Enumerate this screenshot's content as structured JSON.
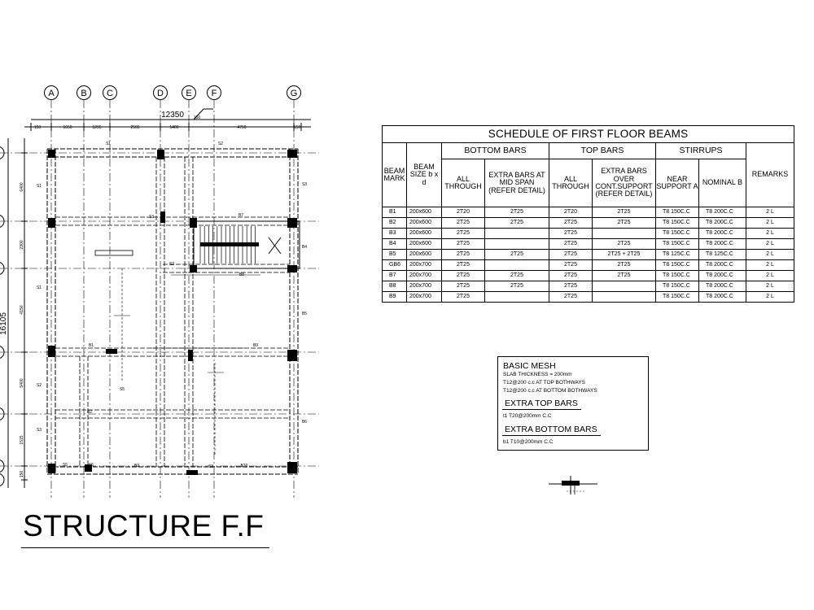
{
  "plan": {
    "grid_labels": [
      "A",
      "B",
      "C",
      "D",
      "E",
      "F",
      "G"
    ],
    "overall_dimension": "12350",
    "span_dims": [
      "150",
      "1650",
      "1295",
      "2505",
      "1400",
      "4750",
      "150"
    ],
    "small_dim": "150",
    "vertical_total": "16105",
    "vertical_dims": [
      "6400",
      "2300",
      "4150",
      "5400",
      "1515",
      "150"
    ],
    "beam_tags": [
      "S1",
      "S2",
      "S3",
      "B4",
      "B5",
      "B6",
      "B7",
      "B8",
      "B9",
      "B1",
      "B2",
      "B3",
      "B10"
    ],
    "slab_tags": [
      "S1",
      "S1",
      "S2",
      "S3",
      "S3",
      "S2",
      "S5",
      "S5",
      "S5",
      "S3"
    ]
  },
  "schedule": {
    "title": "SCHEDULE OF FIRST FLOOR BEAMS",
    "groups": {
      "bottom": "BOTTOM BARS",
      "top": "TOP BARS",
      "stirrups": "STIRRUPS"
    },
    "headers": {
      "mark": "BEAM MARK",
      "size": "BEAM SIZE b x d",
      "bottom_all": "ALL THROUGH",
      "bottom_extra": "EXTRA BARS AT MID SPAN (REFER DETAIL)",
      "top_all": "ALL THROUGH",
      "top_extra": "EXTRA BARS OVER CONT.SUPPORT (REFER DETAIL)",
      "near": "NEAR SUPPORT A",
      "nominal": "NOMINAL B",
      "remarks": "REMARKS"
    },
    "rows": [
      [
        "B1",
        "200x600",
        "2T20",
        "2T25",
        "2T20",
        "2T25",
        "T8 150C.C",
        "T8 200C.C",
        "2 L"
      ],
      [
        "B2",
        "200x600",
        "2T25",
        "2T25",
        "2T25",
        "2T25",
        "T8 150C.C",
        "T8 200C.C",
        "2 L"
      ],
      [
        "B3",
        "200x600",
        "2T25",
        "",
        "2T25",
        "",
        "T8 150C.C",
        "T8 200C.C",
        "2 L"
      ],
      [
        "B4",
        "200x600",
        "2T25",
        "",
        "2T25",
        "2T25",
        "T8 150C.C",
        "T8 200C.C",
        "2 L"
      ],
      [
        "B5",
        "200x600",
        "2T25",
        "2T25",
        "2T25",
        "2T25 + 2T25",
        "T8 125C.C",
        "T8 125C.C",
        "2 L"
      ],
      [
        "GB6",
        "200x700",
        "2T25",
        "",
        "2T25",
        "2T25",
        "T8 150C.C",
        "T8 200C.C",
        "2 L"
      ],
      [
        "B7",
        "200x700",
        "2T25",
        "2T25",
        "2T25",
        "2T25",
        "T8 150C.C",
        "T8 200C.C",
        "2 L"
      ],
      [
        "B8",
        "200x700",
        "2T25",
        "2T25",
        "2T25",
        "",
        "T8 150C.C",
        "T8 200C.C",
        "2 L"
      ],
      [
        "B9",
        "200x700",
        "2T25",
        "",
        "2T25",
        "",
        "T8 150C.C",
        "T8 200C.C",
        "2 L"
      ]
    ]
  },
  "mesh": {
    "title": "BASIC MESH",
    "line1": "SLAB THICKNESS = 200mm",
    "line2": "T12@200 c.c AT TOP BOTHWAYS",
    "line3": "T12@200 c.c AT BOTTOM BOTHWAYS",
    "extra_top_title": "EXTRA TOP BARS",
    "extra_top": "t1 T20@200mm C.C",
    "extra_bottom_title": "EXTRA BOTTOM BARS",
    "extra_bottom": "b1 T10@200mm C.C"
  },
  "drawing_title": "STRUCTURE F.F"
}
